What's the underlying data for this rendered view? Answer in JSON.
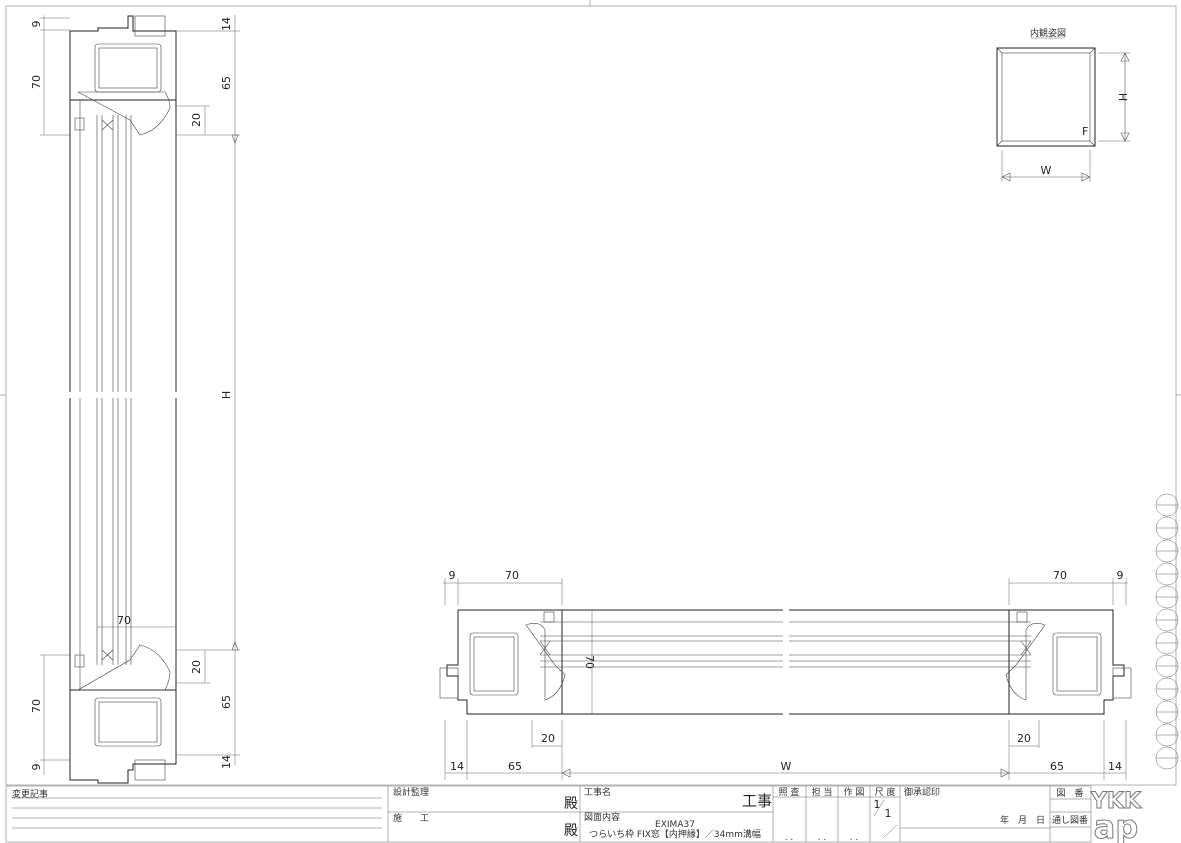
{
  "inset": {
    "title": "内観姿図",
    "w": "W",
    "h": "H",
    "f": "F"
  },
  "vertical_section": {
    "dim_9_top": "9",
    "dim_70_top": "70",
    "dim_14_top": "14",
    "dim_65_top": "65",
    "dim_20_top": "20",
    "dim_h": "H",
    "dim_70_mid": "70",
    "dim_20_bot": "20",
    "dim_70_bot": "70",
    "dim_65_bot": "65",
    "dim_9_bot": "9",
    "dim_14_bot": "14"
  },
  "horizontal_section": {
    "dim_9_left": "9",
    "dim_70_left": "70",
    "dim_70_right": "70",
    "dim_9_right": "9",
    "dim_70_glass": "70",
    "dim_20_left": "20",
    "dim_20_right": "20",
    "dim_14_left": "14",
    "dim_65_left": "65",
    "dim_w": "W",
    "dim_65_right": "65",
    "dim_14_right": "14"
  },
  "title_block": {
    "revision_label": "変更記事",
    "design_supervision": "設計監理",
    "construction": "施　　工",
    "honorific": "殿",
    "project_name_label": "工事名",
    "project_suffix": "工事",
    "drawing_content_label": "図面内容",
    "drawing_model": "EXIMA37",
    "drawing_description": "つらいち枠 FIX窓【内押縁】／34mm溝幅",
    "check": "照 査",
    "charge": "担 当",
    "drafting": "作 図",
    "scale_label": "尺 度",
    "scale_num": "1",
    "scale_den": "1",
    "approval": "御承認印",
    "date": "年　月　日",
    "drawing_no": "図　番",
    "serial_no": "通し図番",
    "blank_date": ". ."
  },
  "brand": {
    "line1": "YKK",
    "line2": "ap"
  }
}
